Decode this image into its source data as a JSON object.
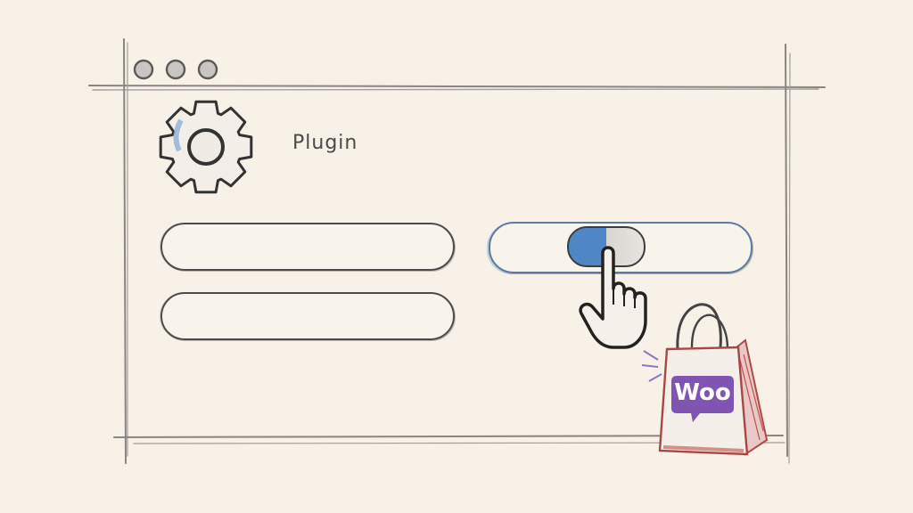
{
  "window": {
    "controls": [
      "close-dot",
      "minimize-dot",
      "maximize-dot"
    ]
  },
  "plugin": {
    "label": "Plugin",
    "icon": "gear-icon"
  },
  "toggle": {
    "state": "on",
    "accent": "#4f86c4"
  },
  "badge": {
    "text": "Woo",
    "icon": "shopping-bag-icon",
    "color": "#7f54b3"
  },
  "cursor": {
    "icon": "hand-pointer-icon"
  },
  "colors": {
    "background": "#f7f1e7",
    "ink": "#4b4b4b",
    "bag_red": "#c0504d"
  }
}
